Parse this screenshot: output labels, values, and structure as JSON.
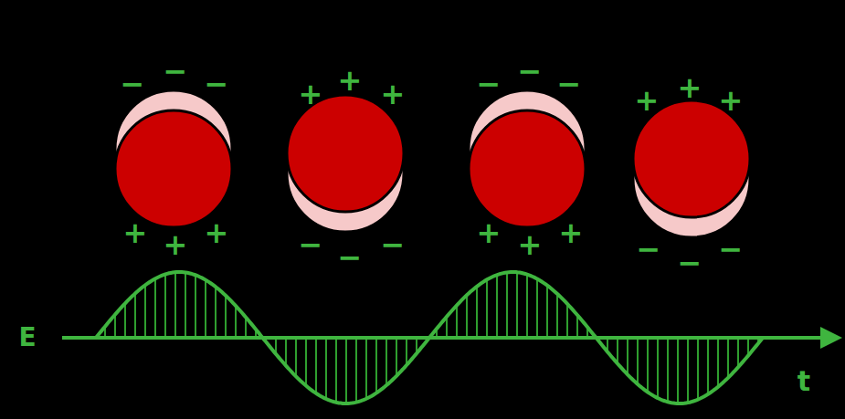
{
  "diagram": {
    "labels": [
      "−",
      "−",
      "−",
      "+",
      "+",
      "+",
      "+",
      "+",
      "+",
      "−",
      "−",
      "−",
      "−",
      "−",
      "−",
      "+",
      "+",
      "+",
      "+",
      "+",
      "+",
      "−",
      "−",
      "−",
      "E",
      "t"
    ]
  }
}
